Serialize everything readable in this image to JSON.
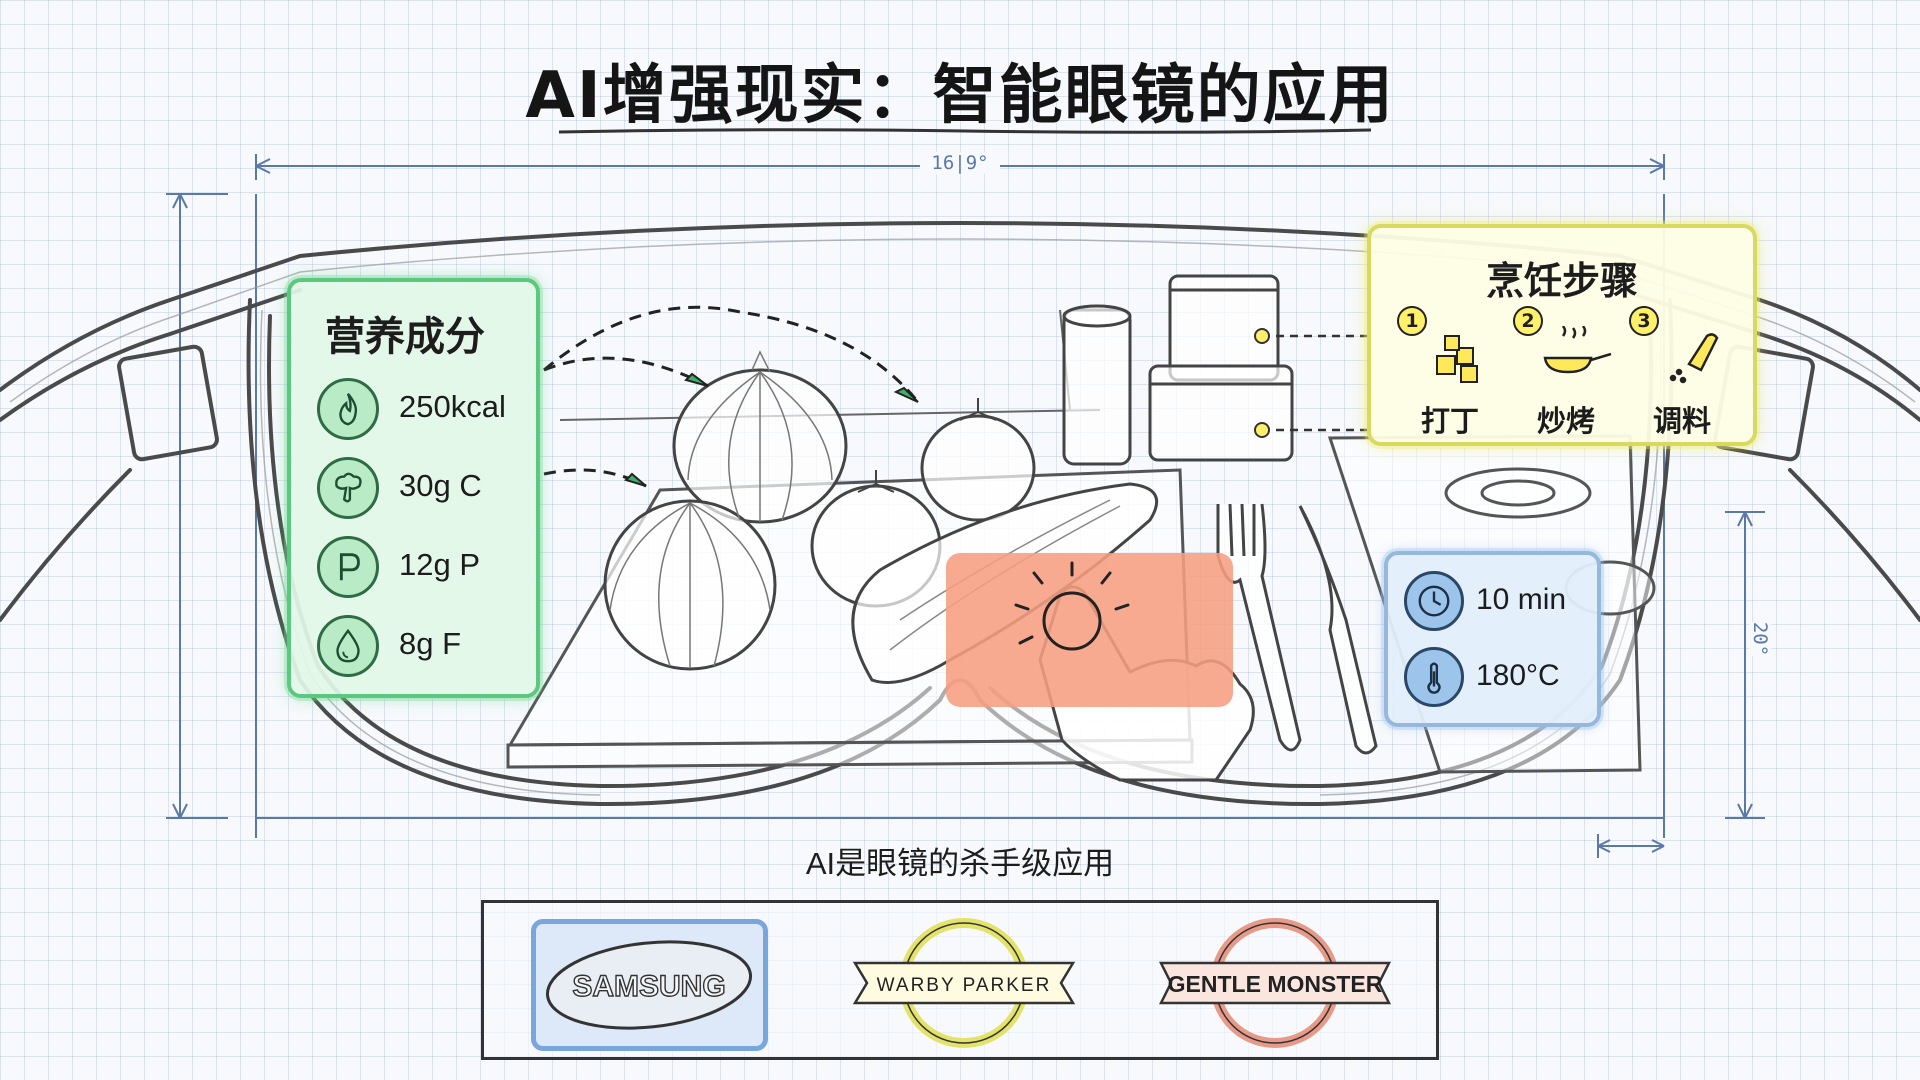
{
  "title": "AI增强现实：智能眼镜的应用",
  "dimensions": {
    "fov_label": "16|9°",
    "height_label": "20°"
  },
  "nutrition": {
    "title": "营养成分",
    "items": [
      {
        "icon": "flame-icon",
        "text": "250kcal"
      },
      {
        "icon": "broccoli-icon",
        "text": "30g C"
      },
      {
        "icon": "p-letter-icon",
        "text": "12g P"
      },
      {
        "icon": "drop-icon",
        "text": "8g F"
      }
    ]
  },
  "cooking_steps": {
    "title": "烹饪步骤",
    "steps": [
      {
        "num": "1",
        "icon": "dice-icon",
        "label": "打丁"
      },
      {
        "num": "2",
        "icon": "frying-pan-icon",
        "label": "炒烤"
      },
      {
        "num": "3",
        "icon": "salt-shaker-icon",
        "label": "调料"
      }
    ]
  },
  "timer": {
    "items": [
      {
        "icon": "clock-icon",
        "text": "10 min"
      },
      {
        "icon": "thermometer-icon",
        "text": "180°C"
      }
    ]
  },
  "touch_button": {
    "icon": "tap-gesture-icon"
  },
  "caption": "AI是眼镜的杀手级应用",
  "brands": [
    {
      "name": "SAMSUNG",
      "color": "#78a6dd"
    },
    {
      "name": "WARBY PARKER",
      "color": "#e3e36a"
    },
    {
      "name": "GENTLE MONSTER",
      "color": "#e89a88"
    }
  ],
  "colors": {
    "nutrition_accent": "#5cc77e",
    "steps_accent": "#d9d860",
    "timer_accent": "#96b8dc",
    "touch_accent": "#f69e80"
  }
}
